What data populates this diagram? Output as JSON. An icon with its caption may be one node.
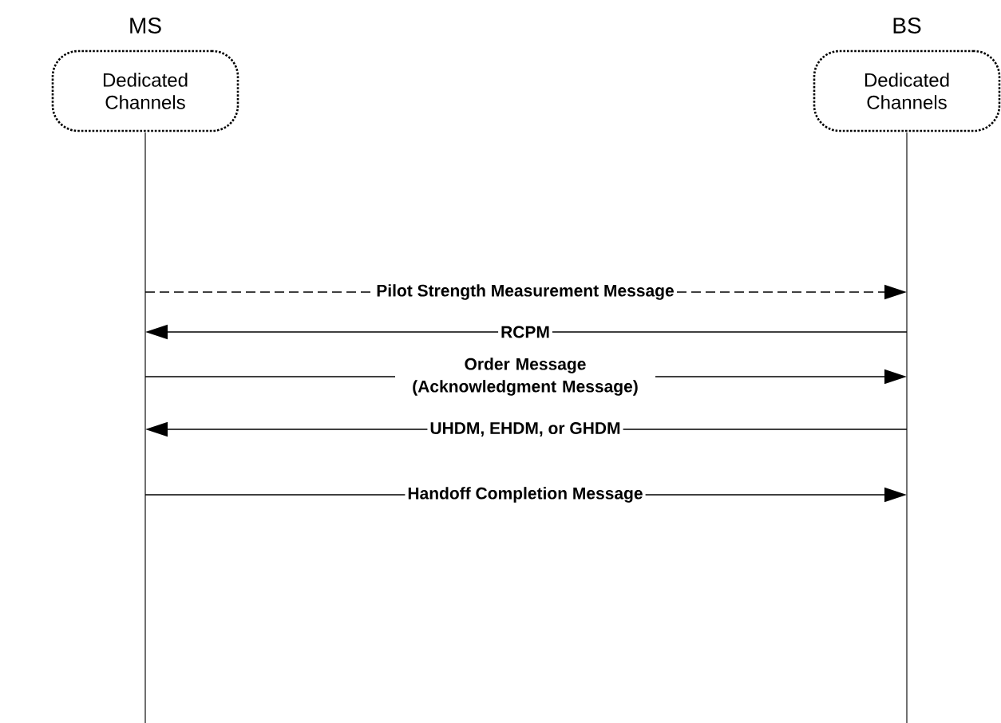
{
  "diagram": {
    "nodes": [
      {
        "text": [
          "MS",
          "Dedicated Channels"
        ]
      },
      {
        "text": [
          "BS",
          "Dedicated Channels"
        ]
      }
    ],
    "edges": [
      {
        "from": 0,
        "to": 1,
        "arrow": "to",
        "label": "Pilot Strength Measurement Message",
        "style": "dashed"
      },
      {
        "from": 1,
        "to": 0,
        "arrow": "to",
        "label": "RCPM"
      },
      {
        "from": 0,
        "to": 1,
        "arrow": "to",
        "label": "Order Message (Acknowledgment Message)"
      },
      {
        "from": 1,
        "to": 0,
        "arrow": "to",
        "label": "UHDM,  EHDM, or GHDM"
      },
      {
        "from": 0,
        "to": 1,
        "arrow": "to",
        "label": "Handoff Completion Message"
      }
    ]
  }
}
